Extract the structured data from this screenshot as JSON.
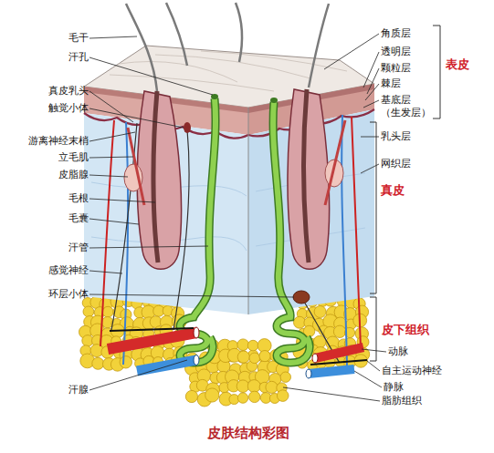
{
  "diagram": {
    "caption": "皮肤结构彩图",
    "labels": [
      "毛干",
      "汗孔",
      "真皮乳头",
      "触觉小体",
      "游离神经末梢",
      "立毛肌",
      "皮脂腺",
      "毛根",
      "毛囊",
      "汗管",
      "感觉神经",
      "环层小体",
      "汗腺",
      "角质层",
      "透明层",
      "颗粒层",
      "棘层",
      "基底层 （生发层）",
      "乳头层",
      "网织层",
      "表皮",
      "真皮",
      "皮下组织",
      "动脉",
      "自主运动神经",
      "静脉",
      "脂肪组织"
    ]
  }
}
